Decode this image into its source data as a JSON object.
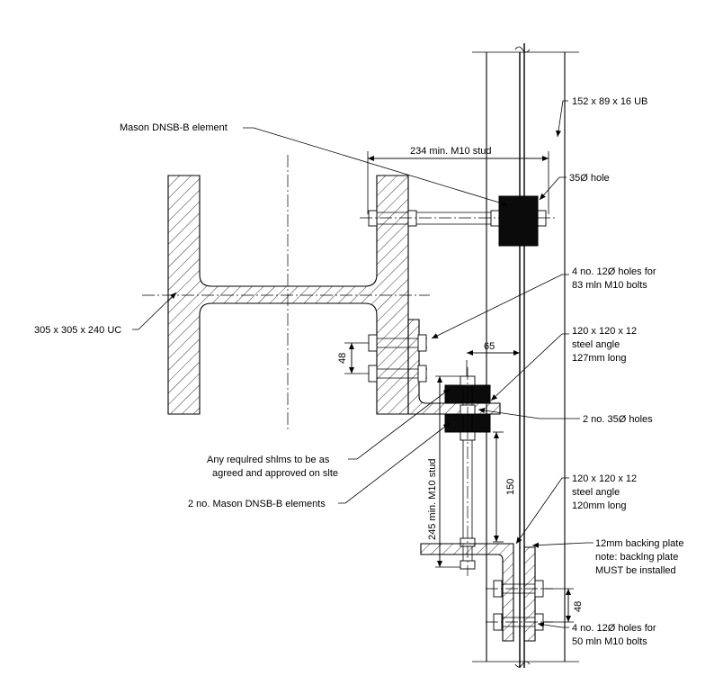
{
  "labels": {
    "mason_element": "Mason DNSB-B element",
    "ub_section": "152 x 89 x 16 UB",
    "stud_top": "234 min. M10 stud",
    "hole_top": "35Ø hole",
    "holes_top_1": "4 no. 12Ø holes for",
    "holes_top_2": "83 mln M10 bolts",
    "uc_section": "305 x 305 x 240 UC",
    "angle_top_1": "120 x 120 x 12",
    "angle_top_2": "steel angle",
    "angle_top_3": "127mm long",
    "holes_mid": "2 no. 35Ø holes",
    "shims_1": "Any requlred shlms to be as",
    "shims_2": "agreed and approved on slte",
    "mason_two": "2 no. Mason DNSB-B elements",
    "angle_bot_1": "120 x 120 x 12",
    "angle_bot_2": "steel angle",
    "angle_bot_3": "120mm long",
    "backing_1": "12mm backing plate",
    "backing_2": "note: backlng plate",
    "backing_3": "MUST be installed",
    "holes_bot_1": "4 no. 12Ø holes for",
    "holes_bot_2": "50 mln M10 bolts"
  },
  "dimensions": {
    "d48_top": "48",
    "d65": "65",
    "d150": "150",
    "d245": "245 min. M10 stud",
    "d48_bot": "48"
  }
}
